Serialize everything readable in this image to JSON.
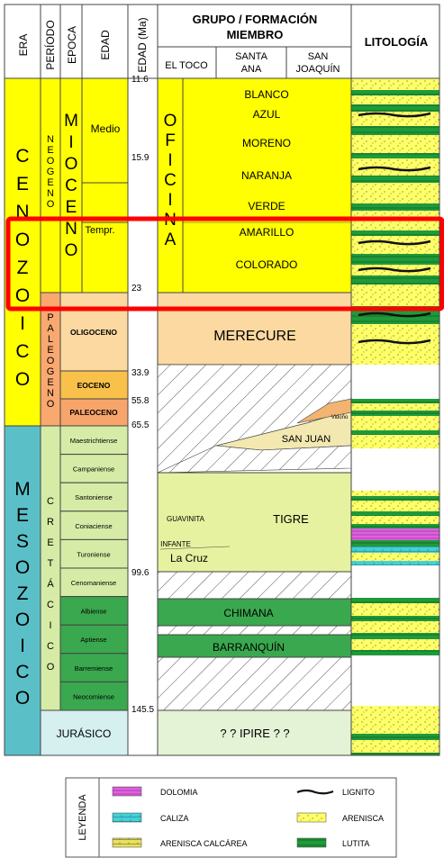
{
  "headers": {
    "era": "ERA",
    "periodo": "PERÍODO",
    "epoca": "EPOCA",
    "edad": "EDAD",
    "edad_ma": "EDAD (Ma)",
    "grupo": "GRUPO / FORMACIÓN",
    "miembro": "MIEMBRO",
    "el_toco": "EL TOCO",
    "santa_ana_1": "SANTA",
    "santa_ana_2": "ANA",
    "san_joaquin_1": "SAN",
    "san_joaquin_2": "JOAQUÍN",
    "litologia": "LITOLOGÍA"
  },
  "eras": {
    "cenozoico": "CENOZOICO",
    "mesozoico": "MESOZOICO"
  },
  "periods": {
    "neogeno": "NEOGENO",
    "paleogeno": "PALEOGENO",
    "cretacico": "CRETÁCICO",
    "jurasico": "JURÁSICO"
  },
  "epochs": {
    "mioceno": "MIOCENO",
    "oligoceno": "OLIGOCENO",
    "eoceno": "EOCENO",
    "paleoceno": "PALEOCENO"
  },
  "ages": {
    "medio": "Medio",
    "temprano": "Tempr.",
    "cretaceous": [
      "Maestrichtiense",
      "Campaniense",
      "Santoniense",
      "Coniaciense",
      "Turoniense",
      "Cenomaniense",
      "Albiense",
      "Aptiense",
      "Barremiense",
      "Neocomiense"
    ]
  },
  "ma_values": [
    "11.6",
    "15.9",
    "23",
    "33.9",
    "55.8",
    "65.5",
    "99.6",
    "145.5"
  ],
  "formations": {
    "oficina": "OFICINA",
    "members": [
      "BLANCO",
      "AZUL",
      "MORENO",
      "NARANJA",
      "VERDE",
      "AMARILLO",
      "COLORADO"
    ],
    "merecure": "MERECURE",
    "vidono": "Vidoño",
    "san_juan": "SAN JUAN",
    "guavinita": "GUAVINITA",
    "tigre": "TIGRE",
    "infante": "INFANTE",
    "la_cruz": "La Cruz",
    "chimana": "CHIMANA",
    "barranquin": "BARRANQUÍN",
    "ipire": "? ?  IPIRE ? ?"
  },
  "legend": {
    "title": "LEYENDA",
    "items": [
      {
        "label": "DOLOMIA",
        "pattern": "dolomia"
      },
      {
        "label": "LIGNITO",
        "pattern": "lignito"
      },
      {
        "label": "CALIZA",
        "pattern": "caliza"
      },
      {
        "label": "ARENISCA",
        "pattern": "arenisca"
      },
      {
        "label": "ARENISCA CALCÁREA",
        "pattern": "arenisca-calcarea"
      },
      {
        "label": "LUTITA",
        "pattern": "lutita"
      }
    ]
  },
  "colors": {
    "yellow": "#ffff00",
    "light_yellow": "#f6f08a",
    "orange": "#f9a870",
    "peach": "#fcd9a0",
    "teal": "#5bbfc8",
    "light_green": "#d6eca6",
    "green": "#3aa84e",
    "mint": "#e4f2d6",
    "highlight": "#ff0000"
  }
}
